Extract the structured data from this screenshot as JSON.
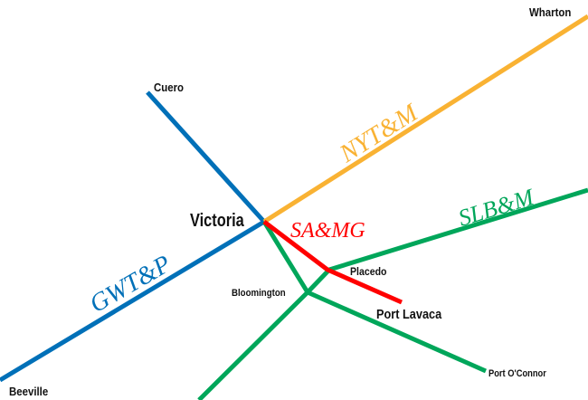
{
  "towns": {
    "cuero": "Cuero",
    "wharton": "Wharton",
    "victoria": "Victoria",
    "beeville": "Beeville",
    "bloomington": "Bloomington",
    "placedo": "Placedo",
    "port_lavaca": "Port Lavaca",
    "port_oconnor": "Port O'Connor"
  },
  "railroads": {
    "nytm": {
      "label": "NYT&M",
      "color": "#F9B233"
    },
    "gwtp": {
      "label": "GWT&P",
      "color": "#0070B8"
    },
    "samg": {
      "label": "SA&MG",
      "color": "#FF0000"
    },
    "slbm": {
      "label": "SLB&M",
      "color": "#00A65A"
    }
  }
}
